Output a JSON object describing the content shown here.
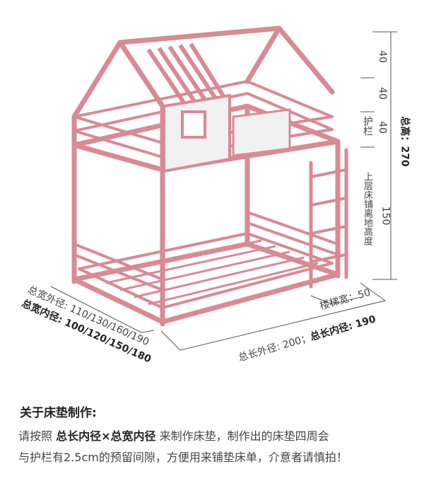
{
  "colors": {
    "frame": "#d98a93",
    "panel": "#f2f2f2",
    "dimension": "#555555",
    "highlight": "#f2b8bf"
  },
  "height_dims": {
    "seg1": "40",
    "seg2": "40",
    "seg3": "40",
    "seg4": "150",
    "guardrail_label": "护栏",
    "upper_bunk_label": "上层床铺离地高度",
    "total_height": "总高：270"
  },
  "bottom_dims": {
    "width_outer": "总宽外径: 110/130/160/190",
    "width_inner": "总宽内径: 100/120/150/180",
    "ladder_width": "楼梯宽：50",
    "length_outer": "总长外径: 200；",
    "length_inner": "总长内径: 190"
  },
  "mattress_note": {
    "heading": "关于床垫制作:",
    "line1_prefix": "请按照 ",
    "line1_bold": "总长内径×总宽内径",
    "line1_suffix": " 来制作床垫，制作出的床垫四周会",
    "line2": "与护栏有2.5cm的预留间隙，方便用来铺垫床单，介意者请慎拍！"
  }
}
